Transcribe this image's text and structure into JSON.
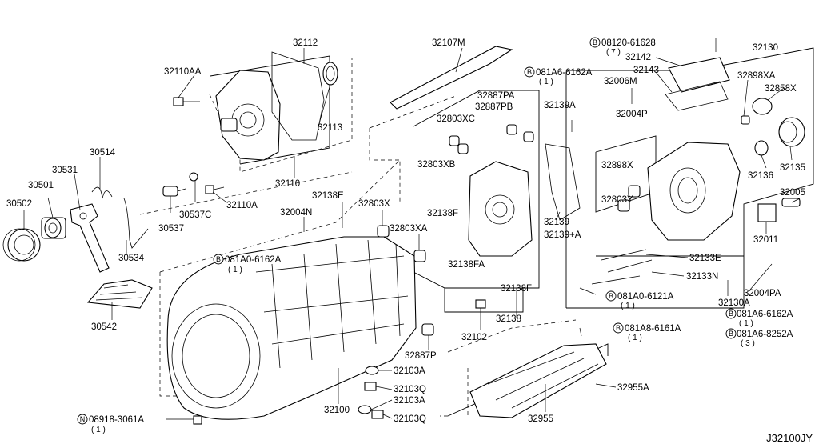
{
  "diagram_id": "J32100JY",
  "callouts": {
    "p32112": "32112",
    "p32110AA": "32110AA",
    "p32107M": "32107M",
    "p32113": "32113",
    "p30514": "30514",
    "p30531": "30531",
    "p30501": "30501",
    "p30502": "30502",
    "p32110": "32110",
    "p32110A": "32110A",
    "p30537C": "30537C",
    "p30537": "30537",
    "p30534": "30534",
    "p30542": "30542",
    "p32138E": "32138E",
    "p32004N": "32004N",
    "p32803X": "32803X",
    "p32803XA": "32803XA",
    "p32887PA": "32887PA",
    "p32887PB": "32887PB",
    "p32803XC": "32803XC",
    "p32803XB": "32803XB",
    "p32138F_a": "32138F",
    "p32138FA": "32138FA",
    "p32138F_b": "32138F",
    "p32138": "32138",
    "p32102": "32102",
    "p32887P": "32887P",
    "p32139A": "32139A",
    "p32139": "32139",
    "p32139plusA": "32139+A",
    "p32142": "32142",
    "p32143": "32143",
    "p32006M": "32006M",
    "p32004P": "32004P",
    "p32130": "32130",
    "p32898XA": "32898XA",
    "p32858X": "32858X",
    "p32898X": "32898X",
    "p32803Y": "32803Y",
    "p32136": "32136",
    "p32135": "32135",
    "p32005": "32005",
    "p32011": "32011",
    "p32133E": "32133E",
    "p32133N": "32133N",
    "p32004PA": "32004PA",
    "p32130A": "32130A",
    "p32103A_a": "32103A",
    "p32103Q_a": "32103Q",
    "p32103A_b": "32103A",
    "p32103Q_b": "32103Q",
    "p32100": "32100",
    "p32955": "32955",
    "p32955A": "32955A"
  },
  "fasteners": [
    {
      "key": "f1",
      "symbol": "B",
      "code": "08120-61628",
      "qty": "( 7 )"
    },
    {
      "key": "f2",
      "symbol": "B",
      "code": "081A6-6162A",
      "qty": "( 1 )"
    },
    {
      "key": "f3",
      "symbol": "B",
      "code": "081A0-6162A",
      "qty": "( 1 )"
    },
    {
      "key": "f4",
      "symbol": "B",
      "code": "081A0-6121A",
      "qty": "( 1 )"
    },
    {
      "key": "f5",
      "symbol": "B",
      "code": "081A6-6162A",
      "qty": "( 1 )"
    },
    {
      "key": "f6",
      "symbol": "B",
      "code": "081A6-8252A",
      "qty": "( 3 )"
    },
    {
      "key": "f7",
      "symbol": "B",
      "code": "081A8-6161A",
      "qty": "( 1 )"
    },
    {
      "key": "f8",
      "symbol": "N",
      "code": "08918-3061A",
      "qty": "( 1 )"
    }
  ]
}
